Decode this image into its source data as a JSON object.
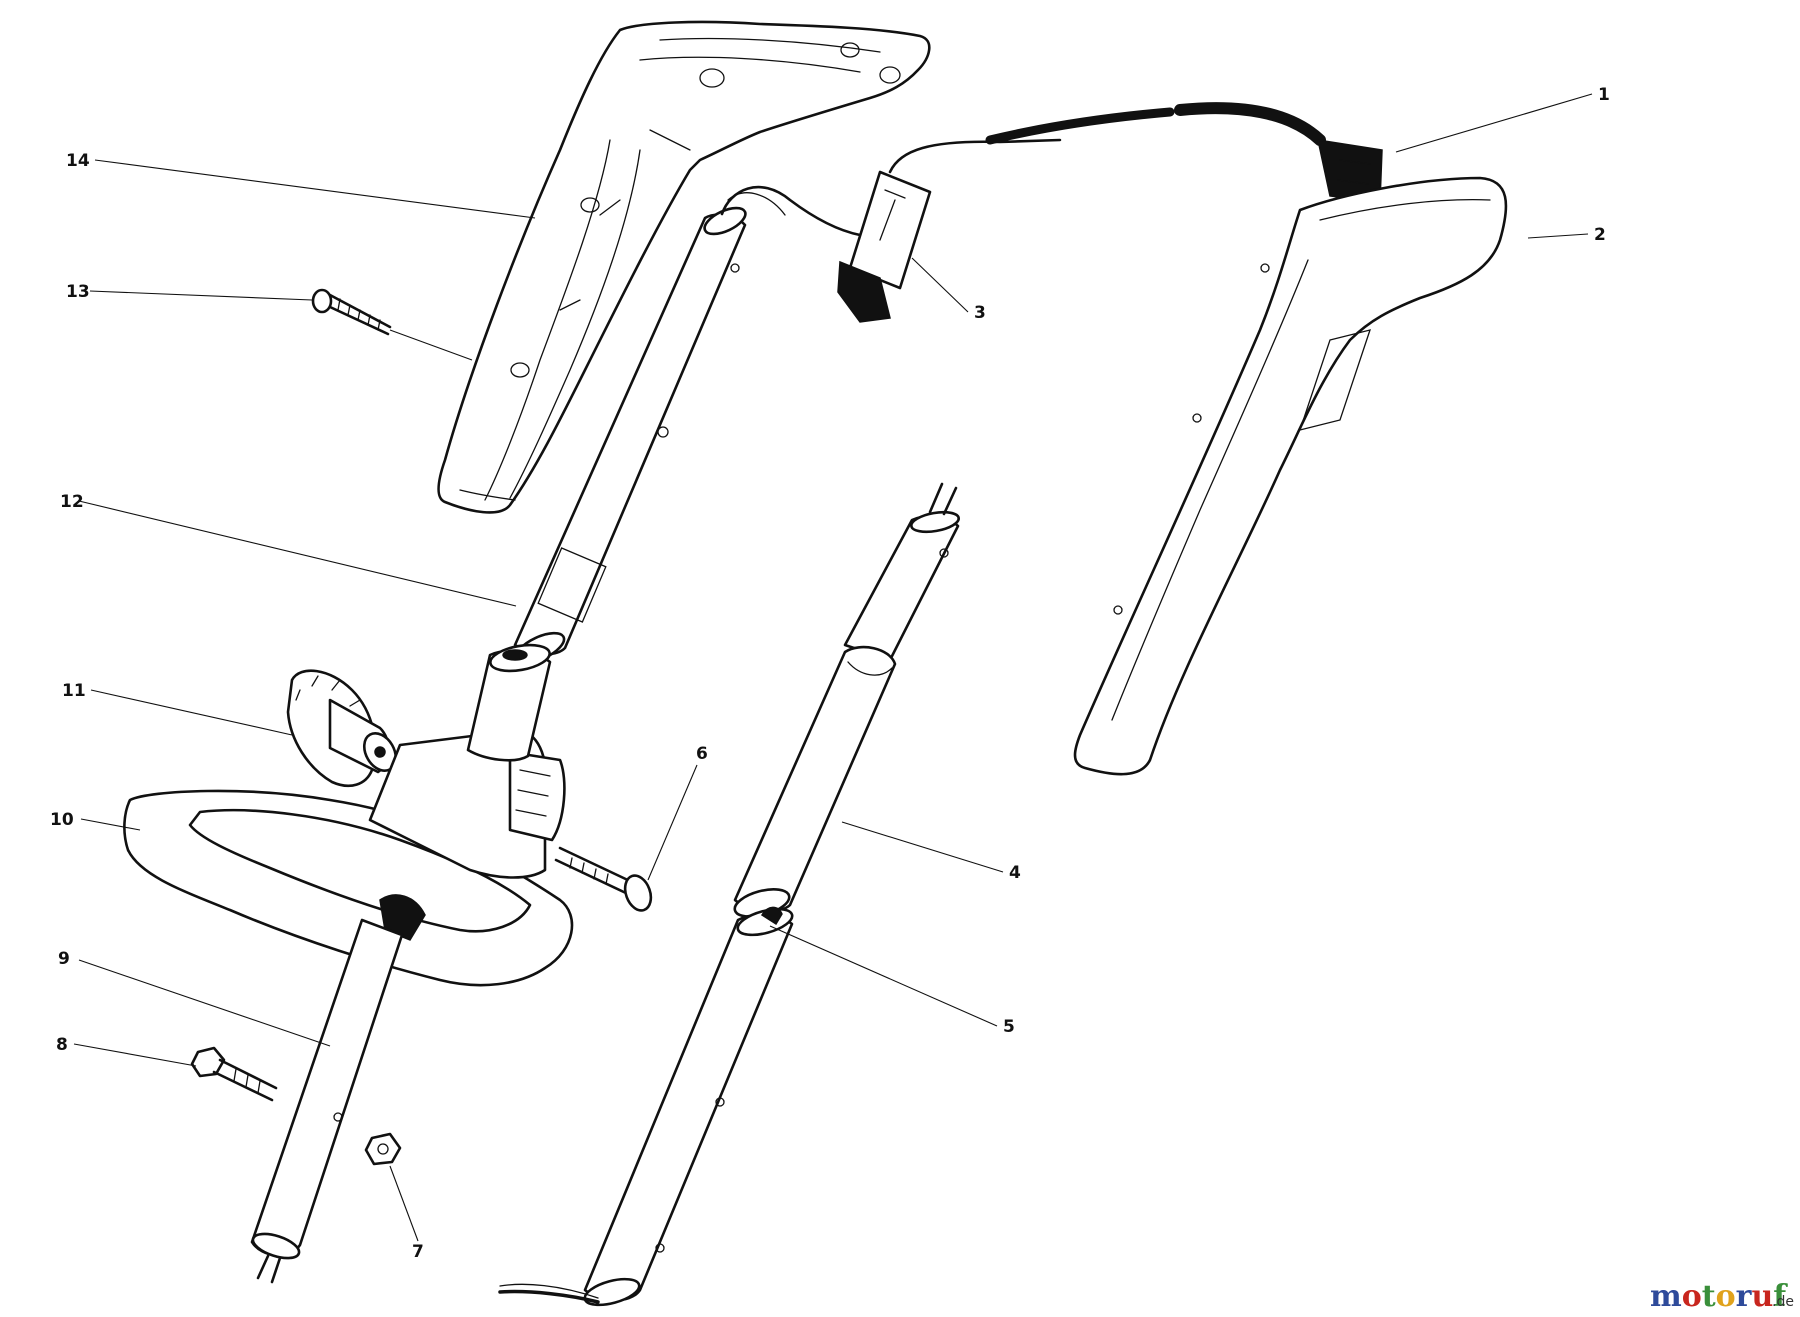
{
  "callouts": [
    {
      "num": "1",
      "part": "cable-with-plug"
    },
    {
      "num": "2",
      "part": "handle-half-right"
    },
    {
      "num": "3",
      "part": "switch"
    },
    {
      "num": "4",
      "part": "upper-tube"
    },
    {
      "num": "5",
      "part": "lower-tube"
    },
    {
      "num": "6",
      "part": "carriage-bolt"
    },
    {
      "num": "7",
      "part": "nut"
    },
    {
      "num": "8",
      "part": "hex-bolt"
    },
    {
      "num": "9",
      "part": "shaft-tube"
    },
    {
      "num": "10",
      "part": "loop-handle"
    },
    {
      "num": "11",
      "part": "knob"
    },
    {
      "num": "12",
      "part": "handle-tube"
    },
    {
      "num": "13",
      "part": "screw"
    },
    {
      "num": "14",
      "part": "handle-half-left"
    }
  ],
  "watermark": {
    "text": "motoruf",
    "suffix": ".de",
    "colors": [
      "#2e4a9a",
      "#c8261e",
      "#3a8f3a",
      "#e0a21c",
      "#2e4a9a",
      "#c8261e",
      "#3a8f3a"
    ]
  }
}
